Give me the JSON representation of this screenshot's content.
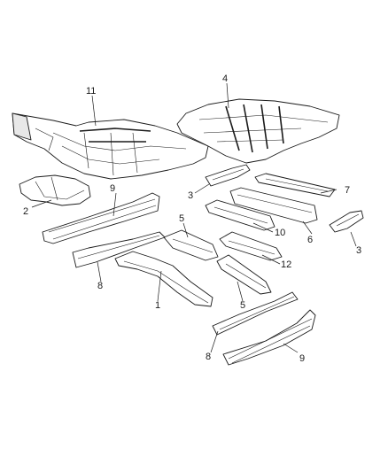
{
  "diagram": {
    "callouts": [
      {
        "id": "c11",
        "text": "11"
      },
      {
        "id": "c4",
        "text": "4"
      },
      {
        "id": "c2",
        "text": "2"
      },
      {
        "id": "c9a",
        "text": "9"
      },
      {
        "id": "c3a",
        "text": "3"
      },
      {
        "id": "c7",
        "text": "7"
      },
      {
        "id": "c5a",
        "text": "5"
      },
      {
        "id": "c10",
        "text": "10"
      },
      {
        "id": "c6",
        "text": "6"
      },
      {
        "id": "c3b",
        "text": "3"
      },
      {
        "id": "c12",
        "text": "12"
      },
      {
        "id": "c8a",
        "text": "8"
      },
      {
        "id": "c1",
        "text": "1"
      },
      {
        "id": "c5b",
        "text": "5"
      },
      {
        "id": "c8b",
        "text": "8"
      },
      {
        "id": "c9b",
        "text": "9"
      }
    ]
  }
}
